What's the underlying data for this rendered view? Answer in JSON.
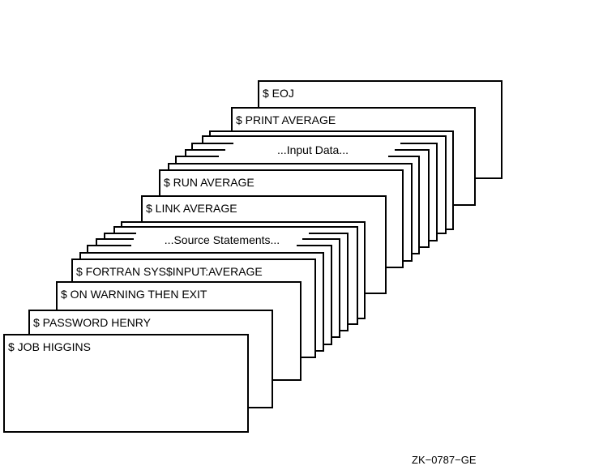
{
  "cards": {
    "eoj": "$ EOJ",
    "print": "$ PRINT AVERAGE",
    "input_data": "...Input Data...",
    "run": "$ RUN AVERAGE",
    "link": "$ LINK AVERAGE",
    "source": "...Source Statements...",
    "fortran": "$ FORTRAN SYS$INPUT:AVERAGE",
    "on_warning": "$ ON WARNING THEN EXIT",
    "password": "$ PASSWORD HENRY",
    "job": "$ JOB HIGGINS"
  },
  "caption": "ZK−0787−GE"
}
